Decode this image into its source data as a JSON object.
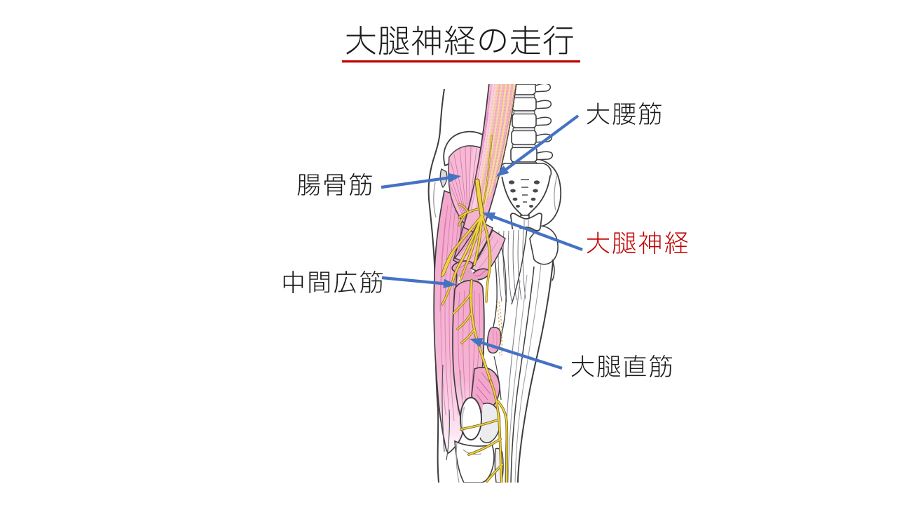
{
  "slide": {
    "title": "大腿神経の走行",
    "title_color": "#1a1a1a",
    "title_underline_color": "#c00000",
    "background": "#ffffff"
  },
  "labels": [
    {
      "id": "psoas-major",
      "text": "大腰筋",
      "color": "#1a1a1a"
    },
    {
      "id": "iliacus",
      "text": "腸骨筋",
      "color": "#1a1a1a"
    },
    {
      "id": "femoral-nerve",
      "text": "大腿神経",
      "color": "#c00000"
    },
    {
      "id": "vastus-intermedius",
      "text": "中間広筋",
      "color": "#1a1a1a"
    },
    {
      "id": "rectus-femoris",
      "text": "大腿直筋",
      "color": "#1a1a1a"
    }
  ],
  "arrow_color": "#4472c4",
  "illustration": {
    "subject": "anterior view of right hip and thigh showing the course of the femoral nerve",
    "muscle_color": "#f7c0da",
    "nerve_color": "#eed344",
    "bone_color": "#ffffff"
  },
  "labels_by_id": {
    "psoas-major": "大腰筋",
    "iliacus": "腸骨筋",
    "femoral-nerve": "大腿神経",
    "vastus-intermedius": "中間広筋",
    "rectus-femoris": "大腿直筋"
  }
}
